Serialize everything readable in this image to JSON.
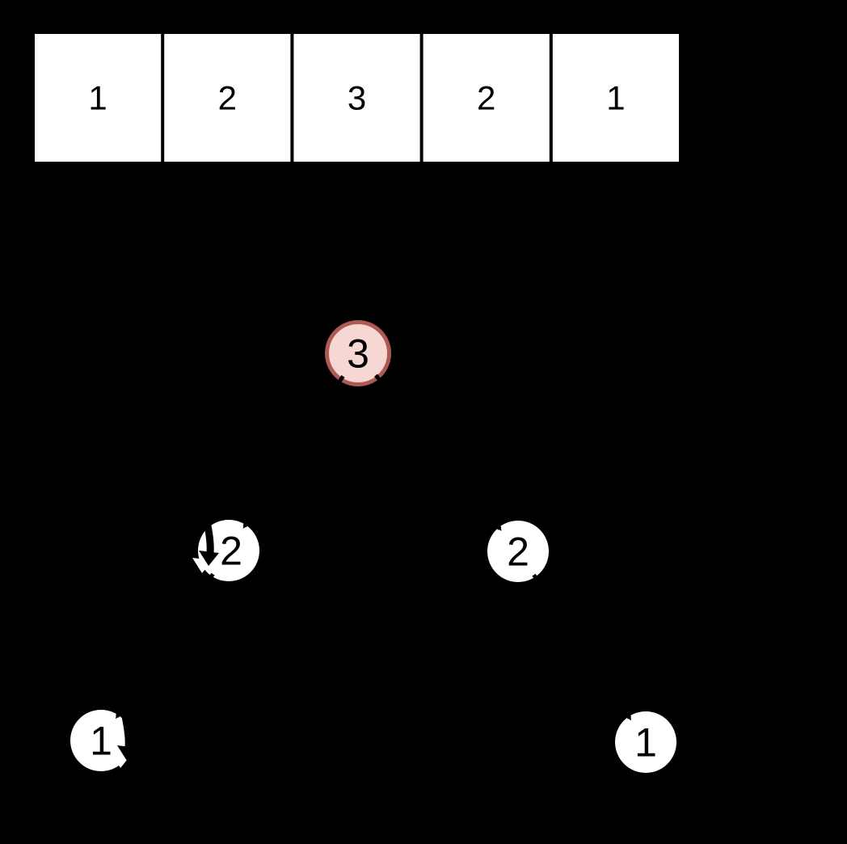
{
  "array": {
    "values": [
      "1",
      "2",
      "3",
      "2",
      "1"
    ]
  },
  "tree": {
    "nodes": [
      {
        "id": "root",
        "label": "3",
        "highlighted": true
      },
      {
        "id": "left-child",
        "label": "2",
        "highlighted": false
      },
      {
        "id": "right-child",
        "label": "2",
        "highlighted": false
      },
      {
        "id": "left-leaf",
        "label": "1",
        "highlighted": false
      },
      {
        "id": "right-leaf",
        "label": "1",
        "highlighted": false
      }
    ]
  },
  "colors": {
    "background": "#000000",
    "cell_fill": "#ffffff",
    "cell_text": "#000000",
    "node_fill": "#ffffff",
    "node_text": "#000000",
    "highlight_fill": "#f7d7d4",
    "highlight_stroke": "#ad5a55",
    "edge": "#000000",
    "arrow": "#000000",
    "arrow_shadow": "#ffffff"
  }
}
